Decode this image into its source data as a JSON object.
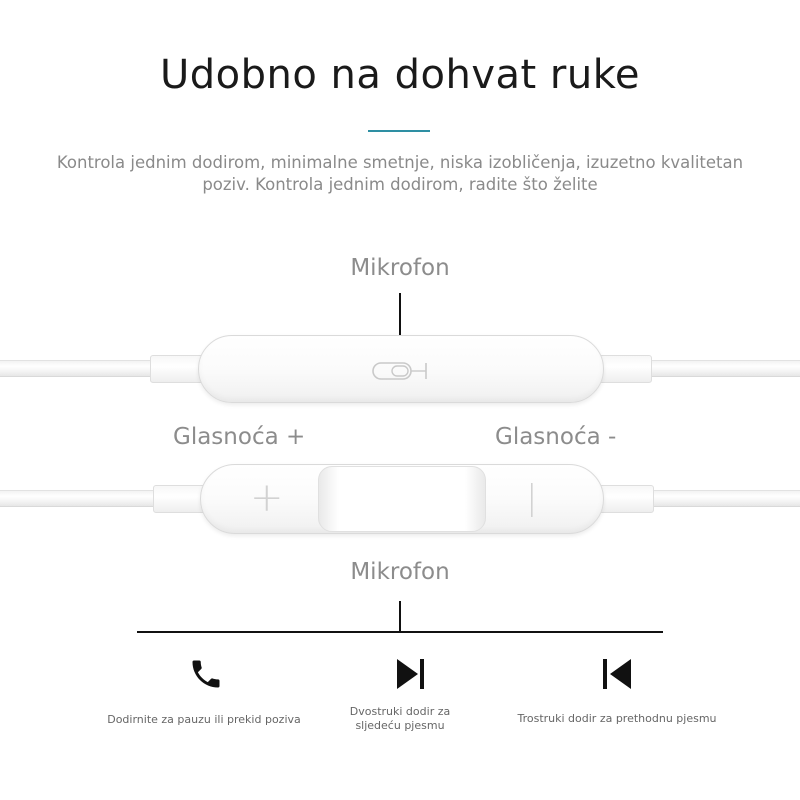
{
  "title": "Udobno na dohvat ruke",
  "subtitle_line1": "Kontrola jednim dodirom, minimalne smetnje, niska izobličenja, izuzetno kvalitetan",
  "subtitle_line2": "poziv. Kontrola jednim dodirom, radite što želite",
  "colors": {
    "accent": "#2e8fa3",
    "label": "#8c8c8c",
    "text": "#1a1a1a"
  },
  "top_remote": {
    "label": "Mikrofon"
  },
  "bottom_remote": {
    "volume_up_label": "Glasnoća +",
    "volume_down_label": "Glasnoća -",
    "plus_symbol": "+",
    "minus_symbol": "|",
    "center_label": "Mikrofon"
  },
  "functions": [
    {
      "icon": "phone-icon",
      "caption": "Dodirnite za pauzu ili prekid poziva"
    },
    {
      "icon": "play-next-icon",
      "caption_line1": "Dvostruki dodir za",
      "caption_line2": "sljedeću pjesmu"
    },
    {
      "icon": "skip-previous-icon",
      "caption": "Trostruki dodir za prethodnu pjesmu"
    }
  ]
}
